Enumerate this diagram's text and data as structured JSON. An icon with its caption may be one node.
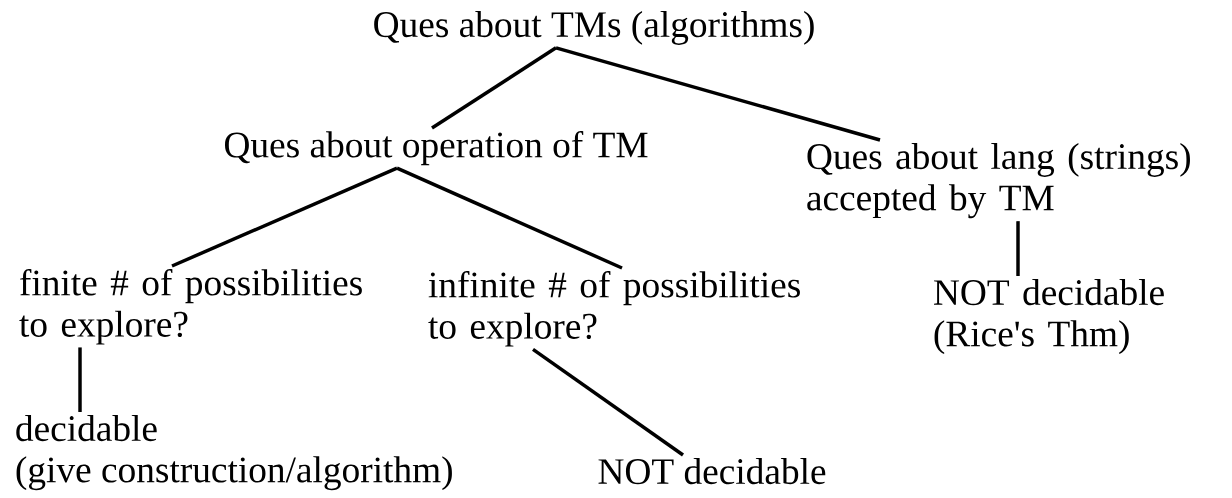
{
  "diagram": {
    "nodes": [
      {
        "text": [
          "Ques about TMs (algorithms)"
        ]
      },
      {
        "text": [
          "Ques about operation of TM"
        ]
      },
      {
        "text": [
          "Ques about lang (strings) accepted by TM"
        ]
      },
      {
        "text": [
          "finite # of possibilities to explore?"
        ]
      },
      {
        "text": [
          "infinite # of possibilities to explore?"
        ]
      },
      {
        "text": [
          "NOT decidable (Rice's Thm)"
        ]
      },
      {
        "text": [
          "decidable",
          "(give construction/algorithm)"
        ]
      },
      {
        "text": [
          "NOT decidable"
        ]
      }
    ],
    "edges": [
      {
        "from": 0,
        "to": 1,
        "arrow": "none"
      },
      {
        "from": 0,
        "to": 2,
        "arrow": "none"
      },
      {
        "from": 1,
        "to": 3,
        "arrow": "none"
      },
      {
        "from": 1,
        "to": 4,
        "arrow": "none"
      },
      {
        "from": 2,
        "to": 5,
        "arrow": "none"
      },
      {
        "from": 3,
        "to": 6,
        "arrow": "none"
      },
      {
        "from": 4,
        "to": 7,
        "arrow": "none"
      }
    ]
  }
}
